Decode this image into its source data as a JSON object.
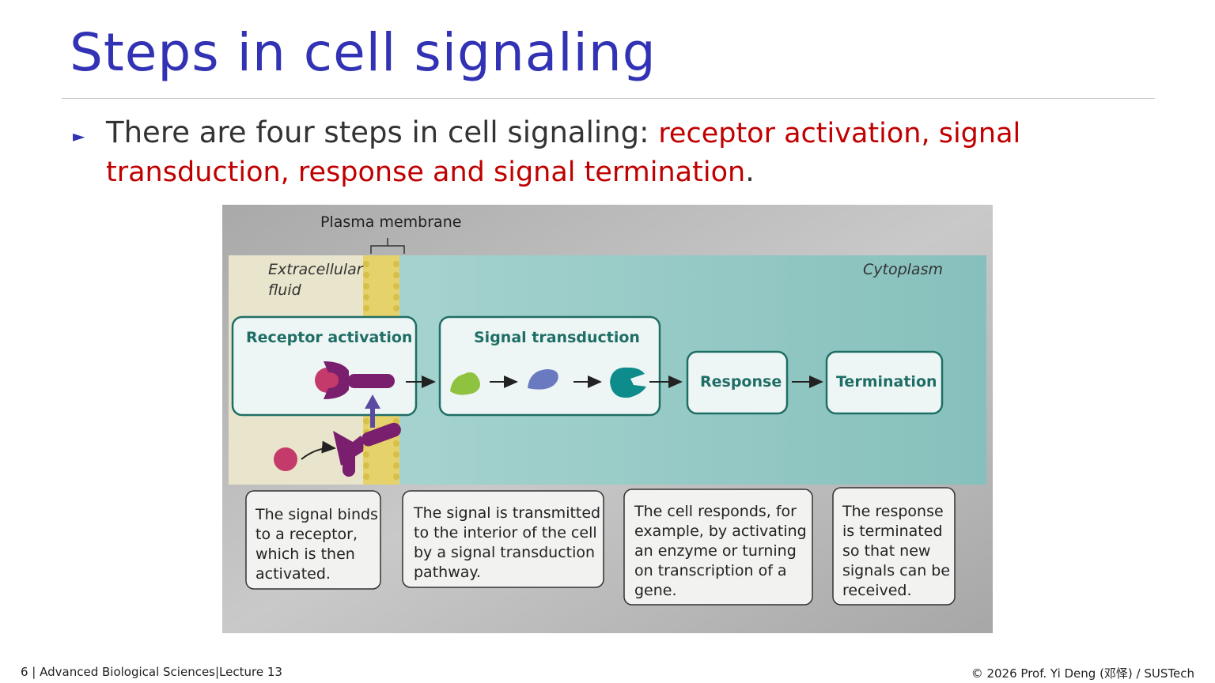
{
  "slide": {
    "title": "Steps in cell signaling",
    "intro": "There are four steps in cell signaling: ",
    "steps_text": "receptor activation, signal transduction, response and signal termination",
    "period": "."
  },
  "figure": {
    "label_membrane": "Plasma membrane",
    "label_extracellular_line1": "Extracellular",
    "label_extracellular_line2": "fluid",
    "label_cytoplasm": "Cytoplasm",
    "box_receptor": "Receptor activation",
    "box_transduction": "Signal transduction",
    "box_response": "Response",
    "box_termination": "Termination",
    "caption1": [
      "The signal binds",
      "to a receptor,",
      "which is then",
      "activated."
    ],
    "caption2": [
      "The signal is transmitted",
      "to the interior of the cell",
      "by a signal transduction",
      "pathway."
    ],
    "caption3": [
      "The cell responds, for",
      "example, by activating",
      "an enzyme or turning",
      "on transcription of a",
      "gene."
    ],
    "caption4": [
      "The response",
      "is terminated",
      "so that new",
      "signals can be",
      "received."
    ],
    "colors": {
      "cytoplasm": "#8cc4c0",
      "extracellular": "#e9e4cc",
      "box_text": "#1f6e66",
      "receptor": "#7a1e6e",
      "ligand": "#c43a6a"
    }
  },
  "footer": {
    "left": "6 | Advanced Biological Sciences|Lecture 13",
    "right": "© 2026 Prof. Yi Deng (邓怿) / SUSTech"
  }
}
